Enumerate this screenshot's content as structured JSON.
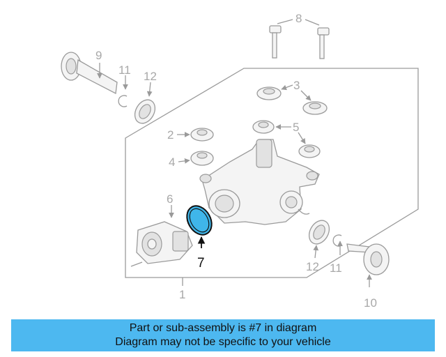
{
  "diagram": {
    "labels": {
      "p1": "1",
      "p2": "2",
      "p3": "3",
      "p4": "4",
      "p5": "5",
      "p6": "6",
      "p7": "7",
      "p8": "8",
      "p9": "9",
      "p10": "10",
      "p11a": "11",
      "p11b": "11",
      "p12a": "12",
      "p12b": "12"
    },
    "highlight_color": "#3fb6ea"
  },
  "banner": {
    "line1": "Part or sub-assembly is #7 in diagram",
    "line2": "Diagram may not be specific to your vehicle",
    "color": "#4db8f0"
  }
}
